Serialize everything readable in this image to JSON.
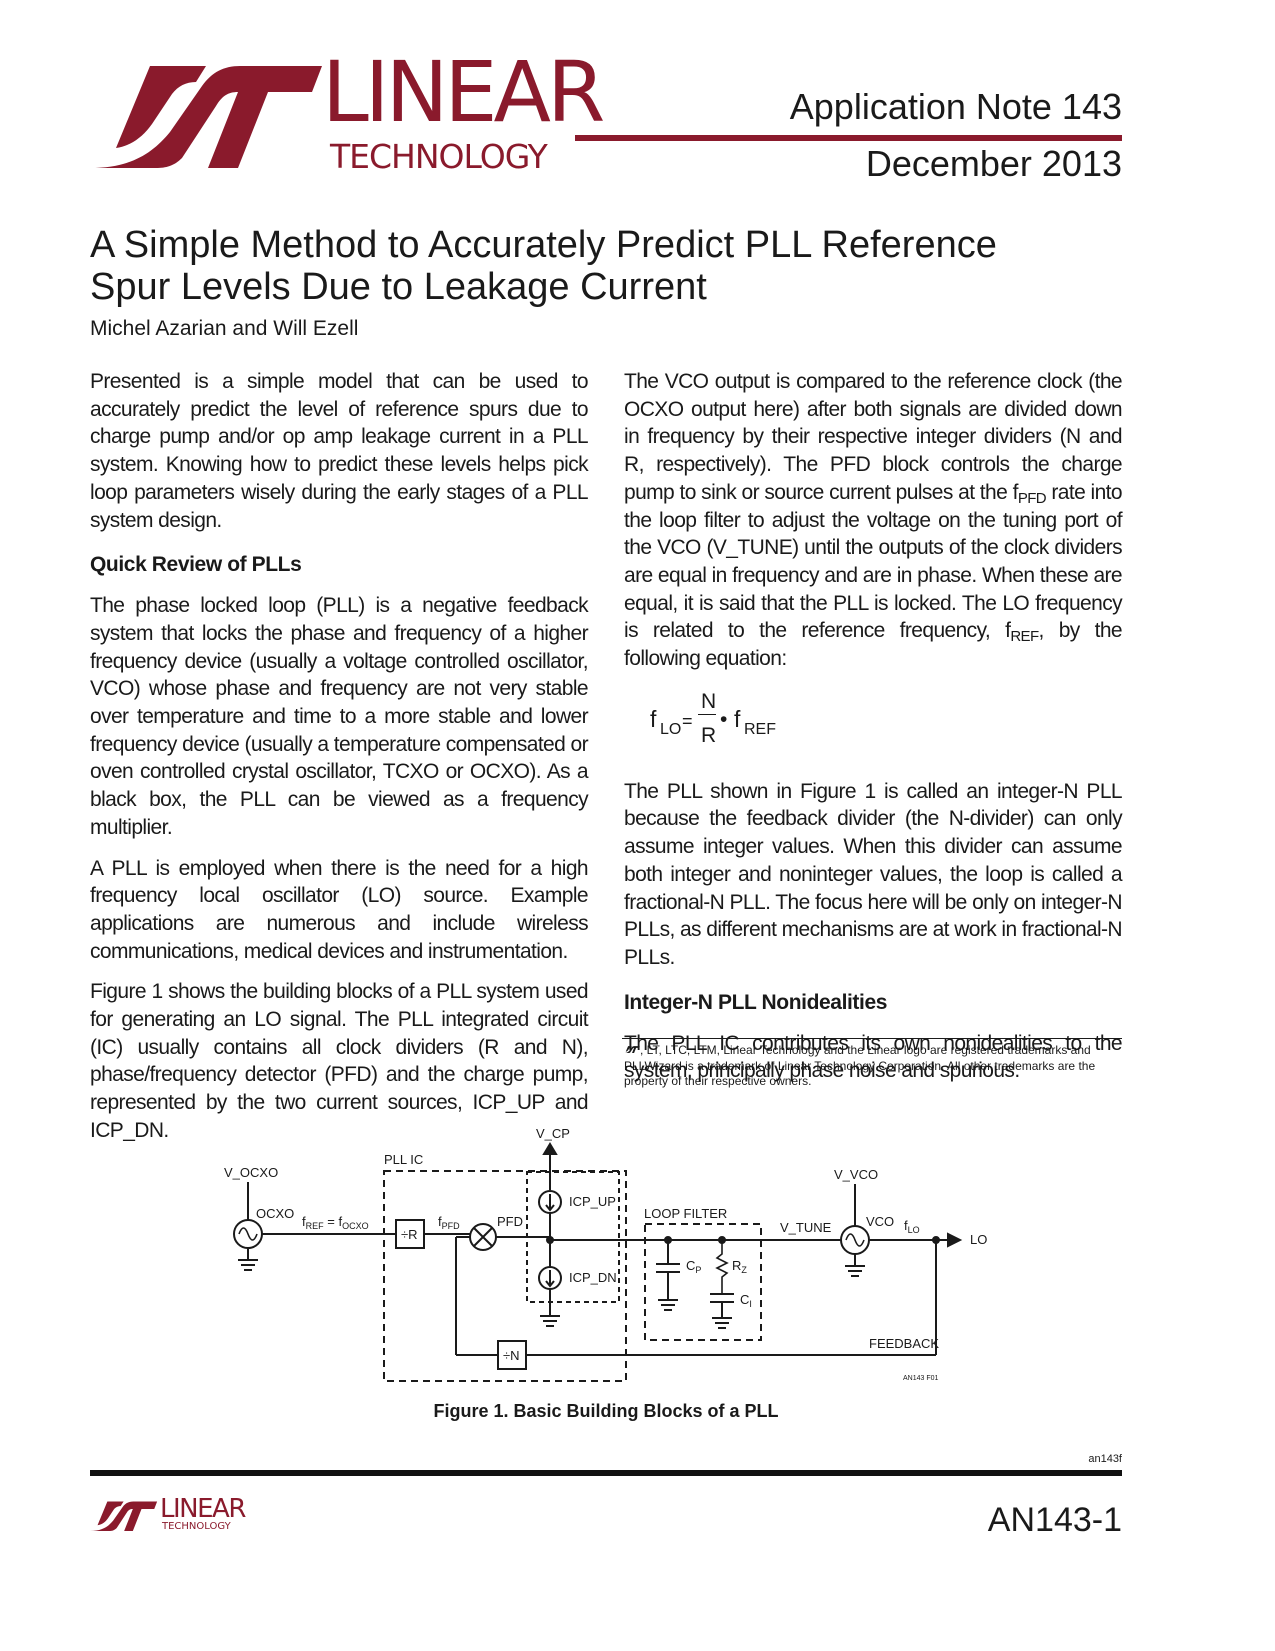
{
  "brand": {
    "logo_word": "LINEAR",
    "logo_sub": "TECHNOLOGY",
    "color": "#8a1a2c"
  },
  "header": {
    "app_note": "Application Note 143",
    "date": "December 2013"
  },
  "title": {
    "line1": "A Simple Method to Accurately Predict PLL Reference",
    "line2": "Spur Levels Due to Leakage Current",
    "authors": "Michel Azarian and Will Ezell"
  },
  "left": {
    "p1": "Presented is a simple model that can be used to accurately predict the level of reference spurs due to charge pump and/or op amp leakage current in a PLL system. Knowing how to predict these levels helps pick loop parameters wisely during the early stages of a PLL system design.",
    "h1": "Quick Review of PLLs",
    "p2": "The phase locked loop (PLL) is a negative feedback system that locks the phase and frequency of a higher frequency device (usually a voltage controlled oscillator, VCO) whose phase and frequency are not very stable over temperature and time to a more stable and lower frequency device (usually a temperature compensated or oven controlled crystal oscillator, TCXO or OCXO). As a black box, the PLL can be viewed as a frequency multiplier.",
    "p3": "A PLL is employed when there is the need for a high frequency local oscillator (LO) source. Example applications are numerous and include wireless communications, medical devices and instrumentation.",
    "p4": "Figure 1 shows the building blocks of a PLL system used for generating an LO signal. The PLL integrated circuit (IC) usually contains all clock dividers (R and N), phase/frequency detector (PFD) and the charge pump, represented by the two current sources, ICP_UP and ICP_DN."
  },
  "right": {
    "p1a": "The VCO output is compared to the reference clock (the OCXO output here) after both signals are divided down in frequency by their respective integer dividers (N and R, respectively). The PFD block controls the charge pump to sink or source current pulses at the f",
    "p1_sub1": "PFD",
    "p1b": " rate into the loop filter to adjust the voltage on the tuning port of the VCO (V_TUNE) until the outputs of the clock dividers are equal in frequency and are in phase. When these are equal, it is said that the PLL is locked. The LO frequency is related to the reference frequency, f",
    "p1_sub2": "REF",
    "p1c": ", by the following equation:",
    "eq": {
      "f": "f",
      "lo": "LO",
      "eq": "=",
      "num": "N",
      "den": "R",
      "dot": "•",
      "f2": "f",
      "ref": "REF"
    },
    "p2": "The PLL shown in Figure 1 is called an integer-N PLL because the feedback divider (the N-divider) can only assume integer values. When this divider can assume both integer and noninteger values, the loop is called a fractional-N PLL. The focus here will be only on integer-N PLLs, as different mechanisms are at work in fractional-N PLLs.",
    "h2": "Integer-N PLL Nonidealities",
    "p3": "The PLL IC contributes its own nonidealities to the system, principally phase noise and spurious.",
    "trademark": ", LT, LTC, LTM, Linear Technology and the Linear logo are registered trademarks and PLLWizard is a trademark of Linear Technology Corporation. All other trademarks are the property of their respective owners."
  },
  "figure": {
    "v_ocxo": "V_OCXO",
    "ocxo": "OCXO",
    "fref_main": "f",
    "fref_sub": "REF",
    "fref_eq": " = f",
    "focxo_sub": "OCXO",
    "pll_ic": "PLL IC",
    "div_r": "÷R",
    "fpfd_main": "f",
    "fpfd_sub": "PFD",
    "pfd": "PFD",
    "v_cp": "V_CP",
    "icp_up": "ICP_UP",
    "icp_dn": "ICP_DN",
    "loop_filter": "LOOP FILTER",
    "cp_main": "C",
    "cp_sub": "P",
    "rz_main": "R",
    "rz_sub": "Z",
    "ci_main": "C",
    "ci_sub": "I",
    "v_tune": "V_TUNE",
    "v_vco": "V_VCO",
    "vco": "VCO",
    "flo_main": "f",
    "flo_sub": "LO",
    "lo": "LO",
    "div_n": "÷N",
    "feedback": "FEEDBACK",
    "fig_id": "AN143 F01",
    "caption": "Figure 1. Basic Building Blocks of a PLL"
  },
  "footer": {
    "doc_code": "an143f",
    "logo_word": "LINEAR",
    "logo_sub": "TECHNOLOGY",
    "page_number": "AN143-1"
  }
}
